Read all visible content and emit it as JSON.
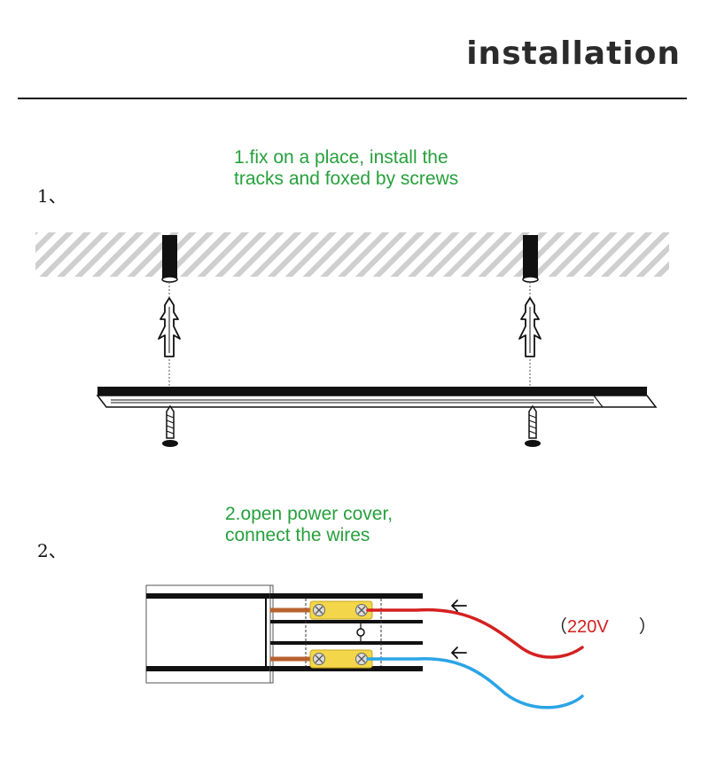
{
  "header": {
    "title": "installation"
  },
  "steps": [
    {
      "number": "1、",
      "caption_lines": [
        "1.fix on a place, install the",
        "tracks and foxed by screws"
      ]
    },
    {
      "number": "2、",
      "caption_lines": [
        "2.open power cover,",
        "connect the wires"
      ]
    }
  ],
  "voltage": {
    "open": "（",
    "value": "220V",
    "close": "）"
  },
  "colors": {
    "caption": "#27a03c",
    "live_wire": "#d42020",
    "neutral_wire": "#2aa4e6",
    "copper": "#b8622f",
    "terminal": "#f3d64a"
  }
}
